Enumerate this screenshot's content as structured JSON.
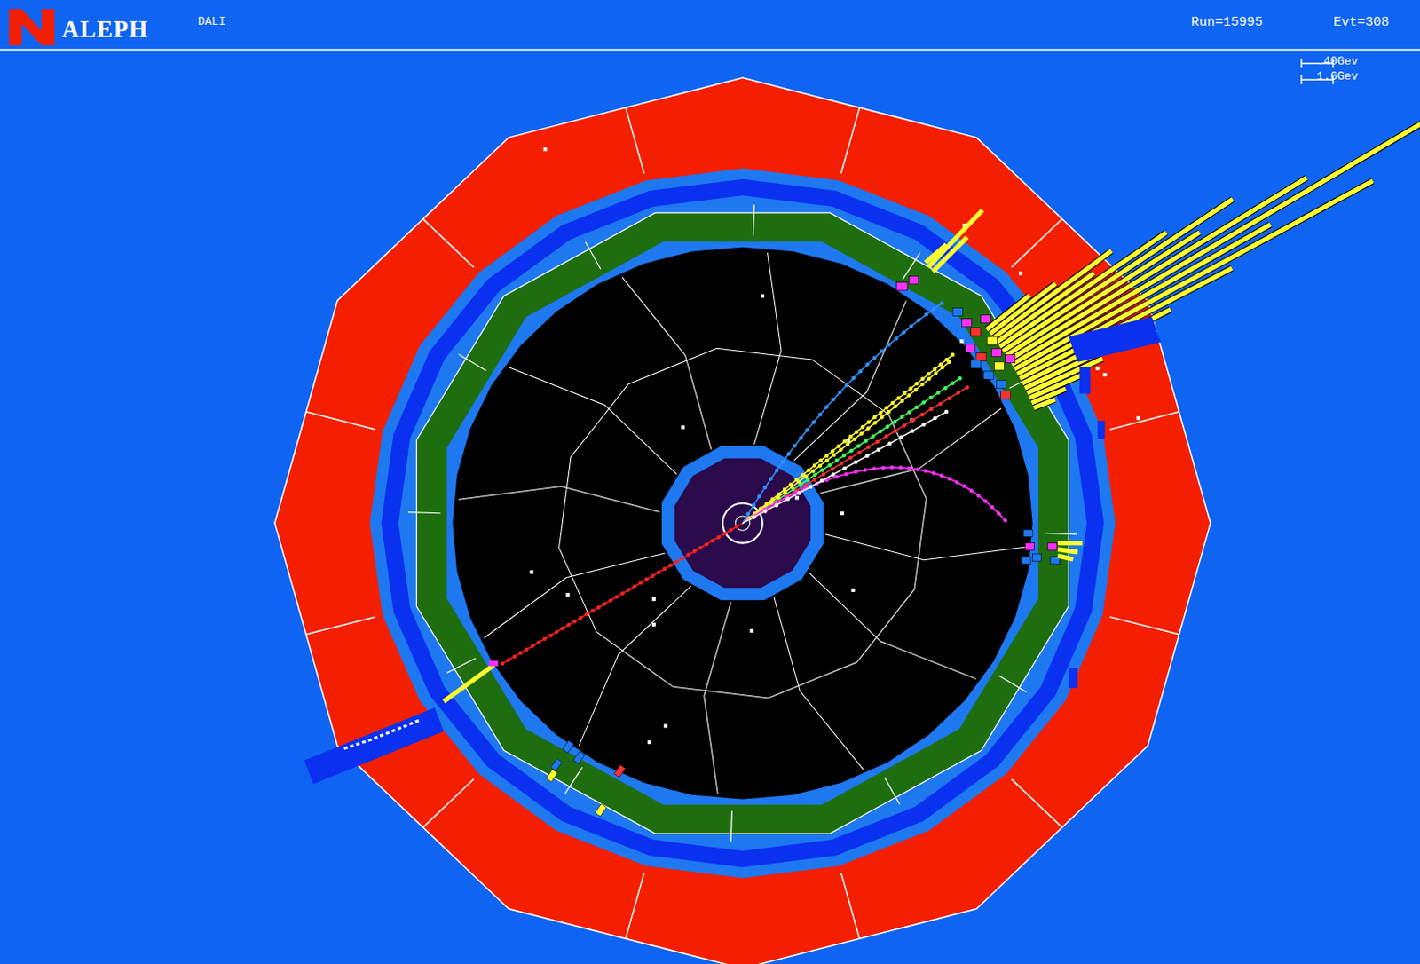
{
  "diagram": {
    "title": "ALEPH",
    "labels": [
      "DALI",
      "Run=15995",
      "Evt=308",
      ".40Gev",
      "1.6Gev"
    ]
  }
}
